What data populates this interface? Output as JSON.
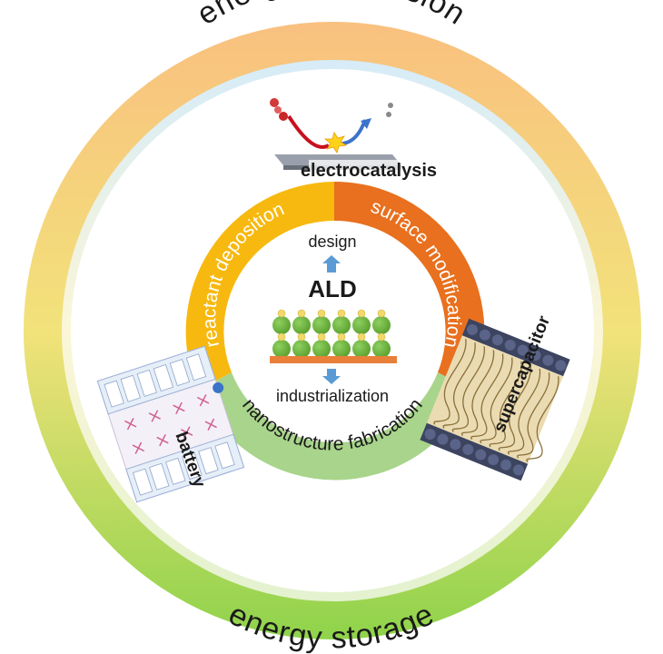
{
  "outer_ring": {
    "top_label": "energy conversion",
    "bottom_label": "energy storage",
    "colors": {
      "top": "#f9c07f",
      "middle": "#f2e27a",
      "bottom": "#8fd34b"
    }
  },
  "applications": {
    "electrocatalysis": "electrocatalysis",
    "supercapacitor": "supercapacitor",
    "battery": "battery"
  },
  "inner_ring": {
    "segments": [
      {
        "label": "reactant deposition",
        "color": "#f7b90f"
      },
      {
        "label": "surface modification",
        "color": "#e8701e"
      },
      {
        "label": "nanostructure fabrication",
        "color": "#a8d48b"
      }
    ]
  },
  "center": {
    "title": "ALD",
    "top_caption": "design",
    "bottom_caption": "industrialization",
    "colors": {
      "sphere": "#5aa02c",
      "dot": "#f2d86a",
      "substrate": "#e8803a",
      "arrow": "#5b9bd5"
    }
  }
}
